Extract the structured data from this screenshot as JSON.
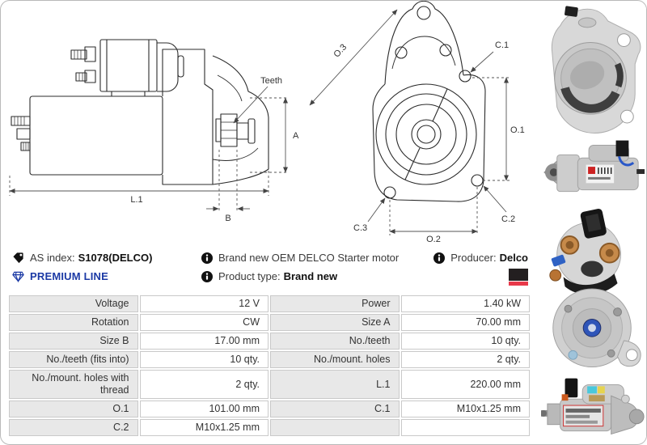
{
  "info": {
    "as_index_label": "AS index:",
    "as_index_value": "S1078(DELCO)",
    "premium_line": "PREMIUM LINE",
    "premium_color": "#1c3aa5",
    "description": "Brand new OEM DELCO Starter motor",
    "product_type_label": "Product type:",
    "product_type_value": "Brand new",
    "producer_label": "Producer:",
    "producer_value": "Delco"
  },
  "brand": {
    "logo_black": "#231f20",
    "logo_red": "#e8394a"
  },
  "icons": {
    "as_index": "tag-icon",
    "premium": "diamond-icon",
    "description": "info-icon",
    "product_type": "info-icon",
    "producer": "info-icon"
  },
  "diagrams": {
    "side": {
      "teeth": "Teeth",
      "l1": "L.1",
      "a": "A",
      "b": "B"
    },
    "front": {
      "o1": "O.1",
      "o2": "O.2",
      "o3": "O.3",
      "c1": "C.1",
      "c2": "C.2",
      "c3": "C.3"
    }
  },
  "photos": [
    {
      "alt": "starter motor front flange photo"
    },
    {
      "alt": "starter motor side view photo"
    },
    {
      "alt": "starter motor solenoid rear view photo"
    },
    {
      "alt": "starter motor side view with label photo"
    }
  ],
  "specs": {
    "rows": [
      {
        "l1": "Voltage",
        "v1": "12 V",
        "l2": "Power",
        "v2": "1.40 kW"
      },
      {
        "l1": "Rotation",
        "v1": "CW",
        "l2": "Size A",
        "v2": "70.00 mm"
      },
      {
        "l1": "Size B",
        "v1": "17.00 mm",
        "l2": "No./teeth",
        "v2": "10 qty."
      },
      {
        "l1": "No./teeth (fits into)",
        "v1": "10 qty.",
        "l2": "No./mount. holes",
        "v2": "2 qty."
      },
      {
        "l1": "No./mount. holes with thread",
        "v1": "2 qty.",
        "l2": "L.1",
        "v2": "220.00 mm"
      },
      {
        "l1": "O.1",
        "v1": "101.00 mm",
        "l2": "C.1",
        "v2": "M10x1.25 mm"
      },
      {
        "l1": "C.2",
        "v1": "M10x1.25 mm",
        "l2": "",
        "v2": ""
      }
    ]
  }
}
